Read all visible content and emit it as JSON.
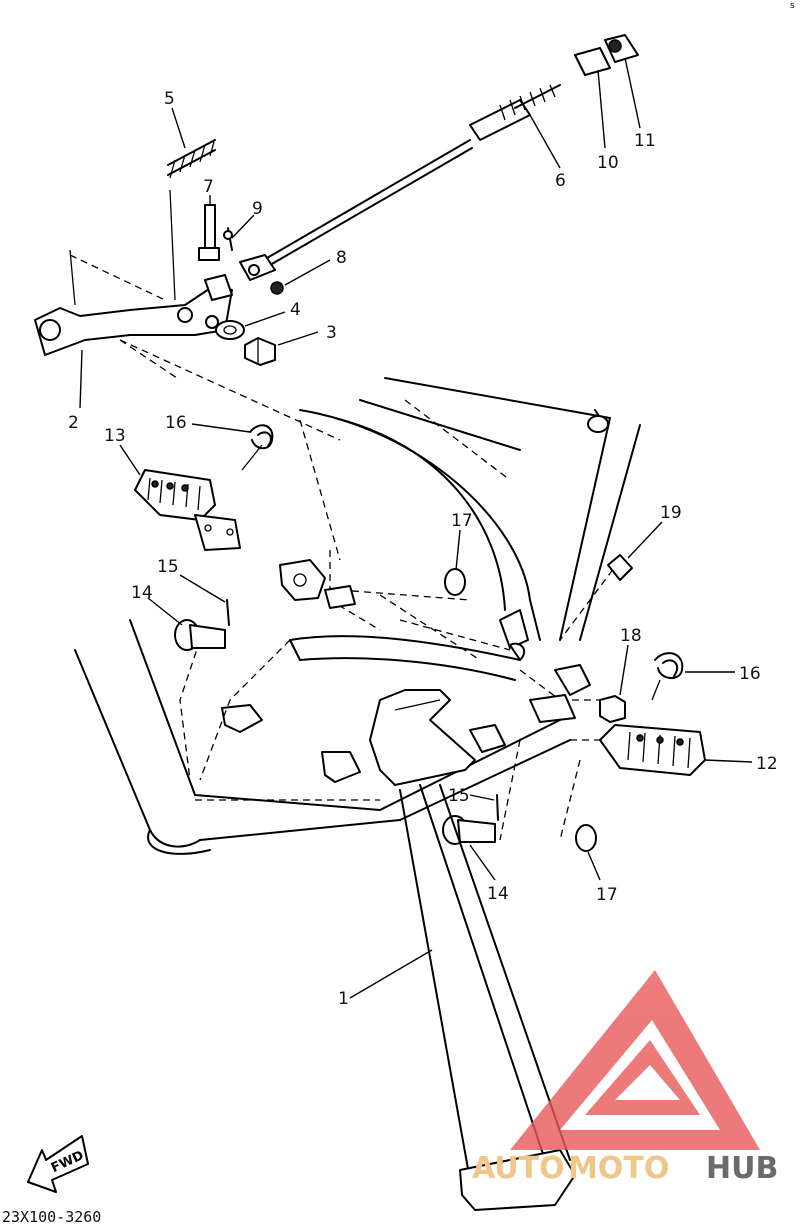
{
  "corner_mark": "s",
  "drawing_code": "23X100-3260",
  "fwd_label": "FWD",
  "watermark": {
    "text_auto": "AUTO",
    "text_moto": "MOTO",
    "text_hub": "HUB",
    "colors": {
      "logo": "#e85a5a",
      "auto_moto": "#f0c68a",
      "hub": "#6b6b6b"
    }
  },
  "callouts": {
    "c1": "1",
    "c2": "2",
    "c3": "3",
    "c4": "4",
    "c5": "5",
    "c6": "6",
    "c7": "7",
    "c8": "8",
    "c9": "9",
    "c10": "10",
    "c11": "11",
    "c12": "12",
    "c13": "13",
    "c14a": "14",
    "c14b": "14",
    "c15a": "15",
    "c15b": "15",
    "c16a": "16",
    "c16b": "16",
    "c17a": "17",
    "c17b": "17",
    "c18": "18",
    "c19": "19"
  }
}
